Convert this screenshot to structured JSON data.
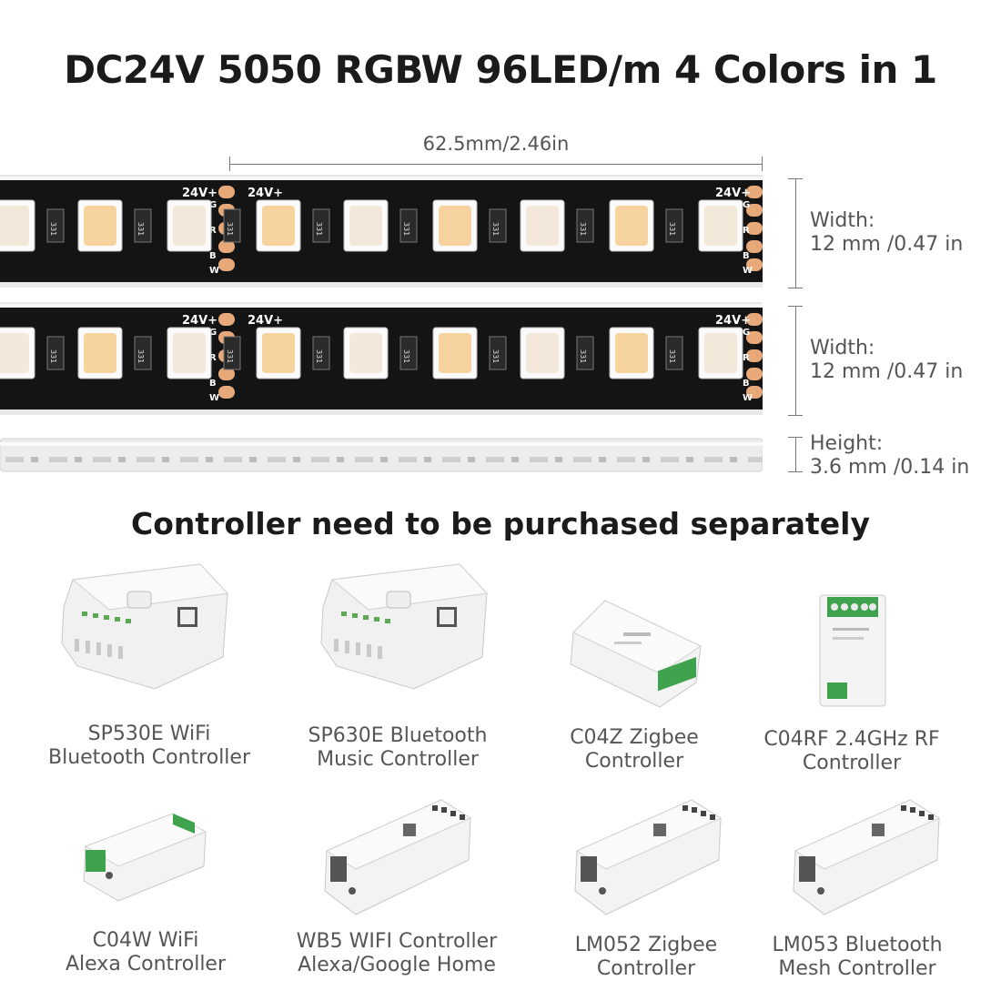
{
  "title": "DC24V 5050 RGBW 96LED/m 4 Colors in 1",
  "dimension_length": "62.5mm/2.46in",
  "strip_labels": {
    "plus": "24V+",
    "g": "G",
    "r": "R",
    "b": "B",
    "w": "W",
    "resistor": "331"
  },
  "specs": [
    {
      "label": "Width:",
      "value": "12 mm /0.47 in"
    },
    {
      "label": "Width:",
      "value": "12 mm /0.47 in"
    },
    {
      "label": "Height:",
      "value": "3.6 mm /0.14 in"
    }
  ],
  "subtitle": "Controller need to be purchased separately",
  "controllers": [
    {
      "line1": "SP530E WiFi",
      "line2": "Bluetooth Controller",
      "model": "SP530E",
      "icon": "square-controller-icon"
    },
    {
      "line1": "SP630E Bluetooth",
      "line2": "Music Controller",
      "model": "SP630E",
      "icon": "square-controller-icon"
    },
    {
      "line1": "C04Z Zigbee",
      "line2": "Controller",
      "icon": "green-terminal-controller-icon"
    },
    {
      "line1": "C04RF 2.4GHz RF",
      "line2": "Controller",
      "icon": "rf-controller-icon"
    },
    {
      "line1": "C04W WiFi",
      "line2": "Alexa Controller",
      "icon": "green-terminal-controller-icon"
    },
    {
      "line1": "WB5 WIFI Controller",
      "line2": "Alexa/Google Home",
      "icon": "long-controller-icon"
    },
    {
      "line1": "LM052 Zigbee",
      "line2": "Controller",
      "icon": "long-controller-icon"
    },
    {
      "line1": "LM053 Bluetooth",
      "line2": "Mesh Controller",
      "icon": "long-controller-icon"
    }
  ]
}
